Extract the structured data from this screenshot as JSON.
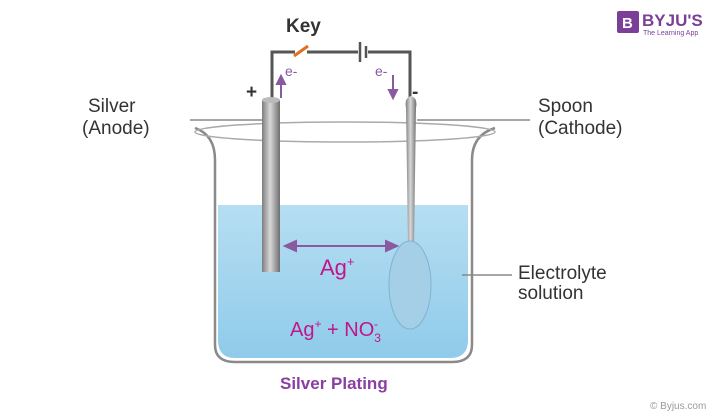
{
  "title": "Silver Plating",
  "labels": {
    "key": "Key",
    "plus": "+",
    "minus": "-",
    "e_left": "e-",
    "e_right": "e-",
    "anode_1": "Silver",
    "anode_2": "(Anode)",
    "cathode_1": "Spoon",
    "cathode_2": "(Cathode)",
    "electrolyte_1": "Electrolyte",
    "electrolyte_2": "solution",
    "ion": "Ag",
    "ion_sup": "+",
    "solution_ag": "Ag",
    "solution_ag_sup": "+",
    "solution_plus": " + NO",
    "solution_sub": "3",
    "solution_sup": "-"
  },
  "logo": {
    "brand": "BYJU'S",
    "tagline": "The Learning App"
  },
  "copyright": "© Byjus.com",
  "colors": {
    "accent": "#c0168a",
    "purple": "#8a5aa0",
    "water": "#a9d8ef",
    "logo": "#7b3f98"
  }
}
